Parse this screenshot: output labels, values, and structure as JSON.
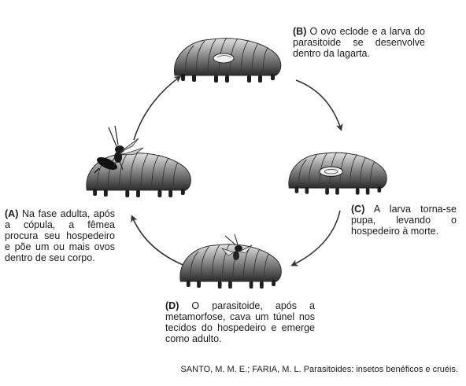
{
  "stages": {
    "a": {
      "letter": "(A)",
      "text": " Na fase adulta, após a cópula, a fêmea procura seu hospedeiro e põe um ou mais ovos dentro de seu corpo."
    },
    "b": {
      "letter": "(B)",
      "text": " O ovo eclode e a larva do parasitoide se desenvolve dentro da lagarta."
    },
    "c": {
      "letter": "(C)",
      "text": " A larva torna-se pupa, levando o hospedeiro à morte."
    },
    "d": {
      "letter": "(D)",
      "text": " O parasitoide, após a metamorfose, cava um túnel nos tecidos do hospedeiro e emerge como adulto."
    }
  },
  "source": "SANTO, M. M. E.; FARIA, M. L. Parasitoides: insetos benéficos e cruéis.",
  "colors": {
    "body": "#7a7a7a",
    "dark": "#2b2b2b",
    "light": "#d6d6d6",
    "arrow": "#333333"
  }
}
